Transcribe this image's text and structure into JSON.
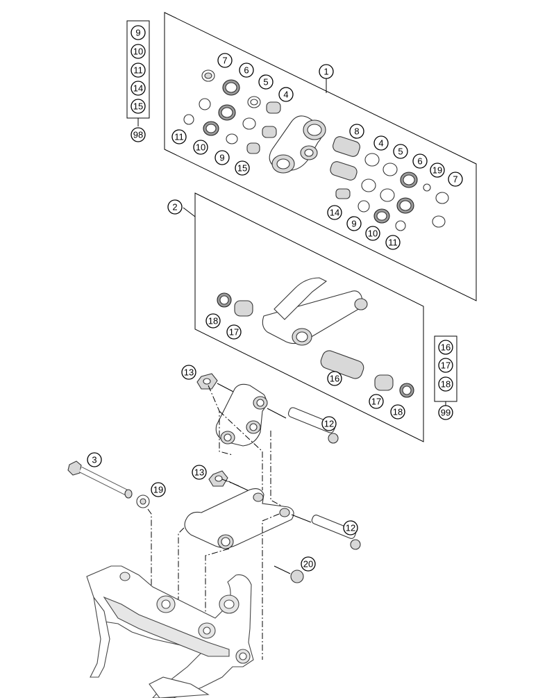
{
  "callouts": {
    "c1": "1",
    "c2": "2",
    "c3": "3",
    "c4a": "4",
    "c4b": "4",
    "c5a": "5",
    "c5b": "5",
    "c6a": "6",
    "c6b": "6",
    "c7a": "7",
    "c7b": "7",
    "c8": "8",
    "c9a": "9",
    "c9b": "9",
    "c10a": "10",
    "c10b": "10",
    "c11a": "11",
    "c11b": "11",
    "c12a": "12",
    "c12b": "12",
    "c13a": "13",
    "c13b": "13",
    "c14": "14",
    "c15": "15",
    "c16": "16",
    "c17a": "17",
    "c17b": "17",
    "c18a": "18",
    "c18b": "18",
    "c19a": "19",
    "c19b": "19",
    "c20": "20"
  },
  "kit98": {
    "items": [
      "9",
      "10",
      "11",
      "14",
      "15"
    ],
    "kit": "98"
  },
  "kit99": {
    "items": [
      "16",
      "17",
      "18"
    ],
    "kit": "99"
  }
}
